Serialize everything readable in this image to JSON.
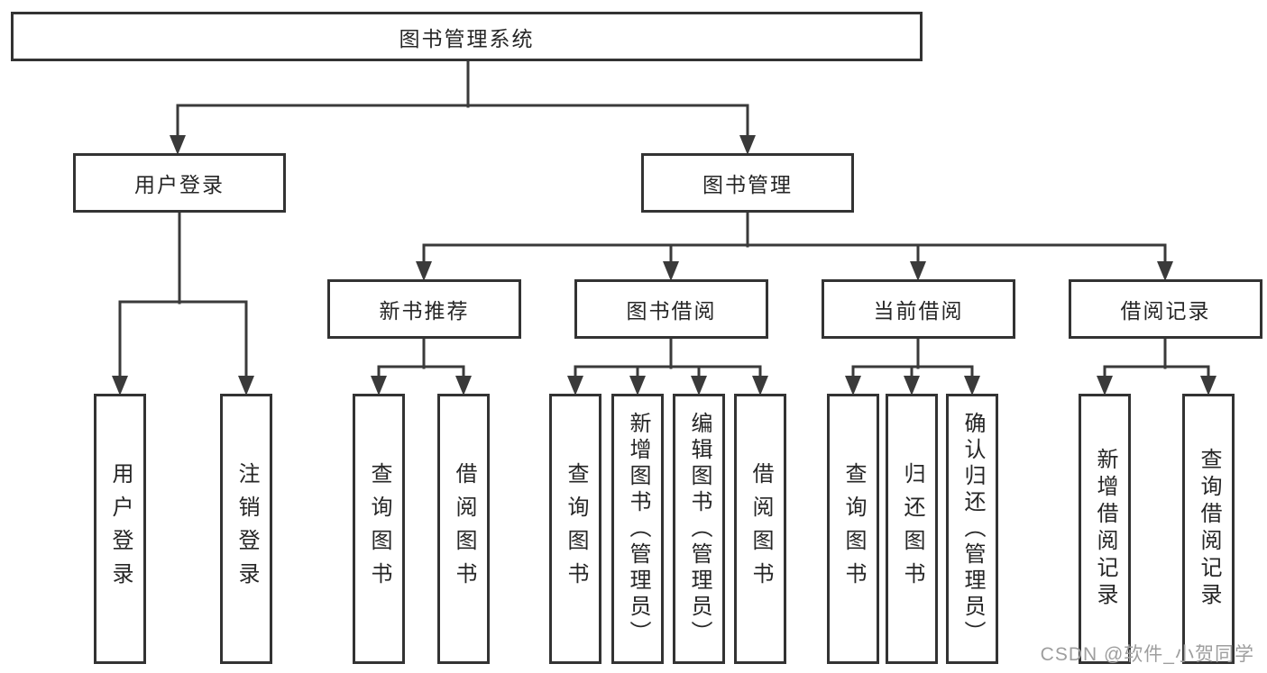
{
  "diagram": {
    "root": {
      "label": "图书管理系统"
    },
    "level2": [
      {
        "label": "用户登录",
        "children": [
          "用户登录",
          "注销登录"
        ]
      },
      {
        "label": "图书管理",
        "children": [
          {
            "label": "新书推荐",
            "children": [
              "查询图书",
              "借阅图书"
            ]
          },
          {
            "label": "图书借阅",
            "children": [
              "查询图书",
              "新增图书（管理员）",
              "编辑图书（管理员）",
              "借阅图书"
            ]
          },
          {
            "label": "当前借阅",
            "children": [
              "查询图书",
              "归还图书",
              "确认归还（管理员）"
            ]
          },
          {
            "label": "借阅记录",
            "children": [
              "新增借阅记录",
              "查询借阅记录"
            ]
          }
        ]
      }
    ]
  },
  "watermark": {
    "text": "CSDN @软件_小贺同学"
  },
  "colors": {
    "line": "#3a3a3a",
    "border": "#333333",
    "text": "#262626",
    "background": "#ffffff",
    "watermark": "#9e9e9e"
  }
}
